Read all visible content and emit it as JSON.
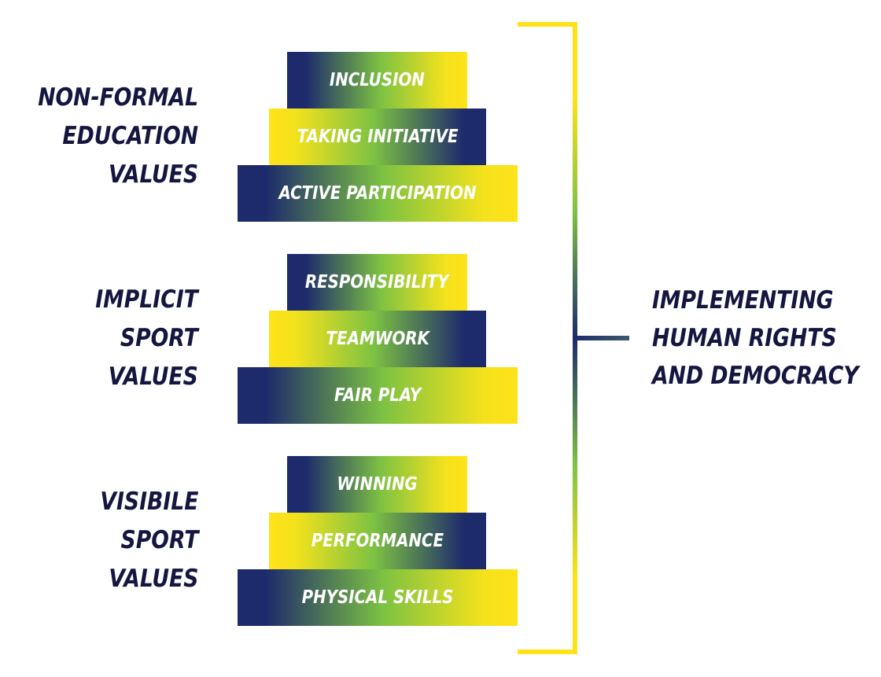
{
  "colors": {
    "navy": "#1d2a6c",
    "green": "#7dc242",
    "yellow": "#ffe21a",
    "text_dark": "#14163f",
    "text_light": "#ffffff"
  },
  "groups": [
    {
      "label_lines": [
        "NON-FORMAL",
        "EDUCATION",
        "VALUES"
      ],
      "tiers": [
        "INCLUSION",
        "TAKING INITIATIVE",
        "ACTIVE PARTICIPATION"
      ]
    },
    {
      "label_lines": [
        "IMPLICIT",
        "SPORT",
        "VALUES"
      ],
      "tiers": [
        "RESPONSIBILITY",
        "TEAMWORK",
        "FAIR PLAY"
      ]
    },
    {
      "label_lines": [
        "VISIBILE",
        "SPORT",
        "VALUES"
      ],
      "tiers": [
        "WINNING",
        "PERFORMANCE",
        "PHYSICAL SKILLS"
      ]
    }
  ],
  "outcome": {
    "label_lines": [
      "IMPLEMENTING",
      "HUMAN RIGHTS",
      "AND DEMOCRACY"
    ]
  }
}
